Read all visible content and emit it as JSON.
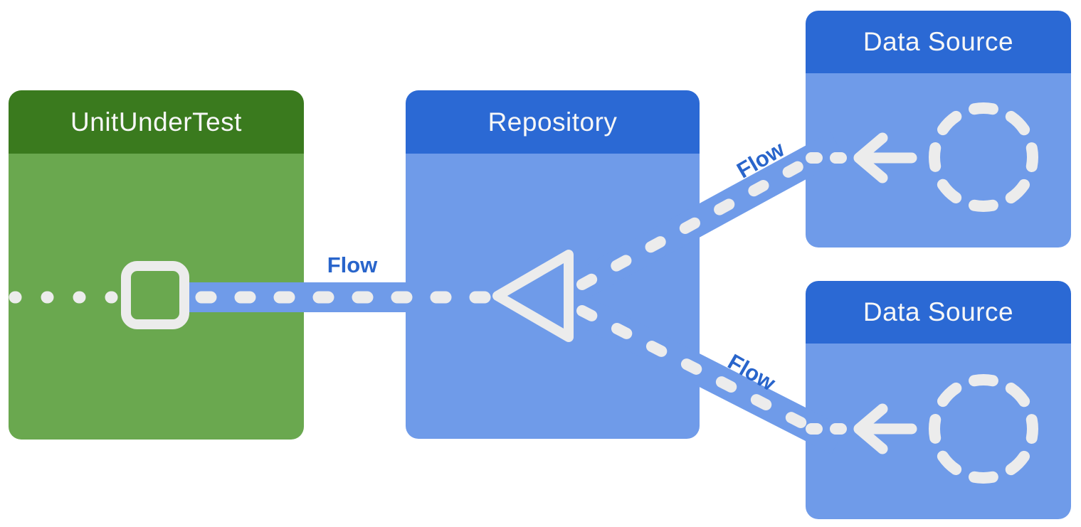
{
  "diagram": {
    "boxes": [
      {
        "title": "UnitUnderTest",
        "header_color": "#3a7a1e",
        "body_color": "#6aa84f"
      },
      {
        "title": "Repository",
        "header_color": "#2b69d4",
        "body_color": "#6f9be9"
      },
      {
        "title": "Data Source",
        "header_color": "#2b69d4",
        "body_color": "#6f9be9"
      },
      {
        "title": "Data Source",
        "header_color": "#2b69d4",
        "body_color": "#6f9be9"
      }
    ],
    "flow_labels": {
      "left": "Flow",
      "top": "Flow",
      "bottom": "Flow"
    },
    "colors": {
      "background": "#ffffff",
      "band": "#6f9be9",
      "dash": "#ececec",
      "flow_label": "#2965cb",
      "title_text": "#f7f7f7"
    },
    "icons": [
      "collector-square-icon",
      "merge-triangle-icon",
      "data-source-circle-icon",
      "left-arrow-icon"
    ]
  }
}
